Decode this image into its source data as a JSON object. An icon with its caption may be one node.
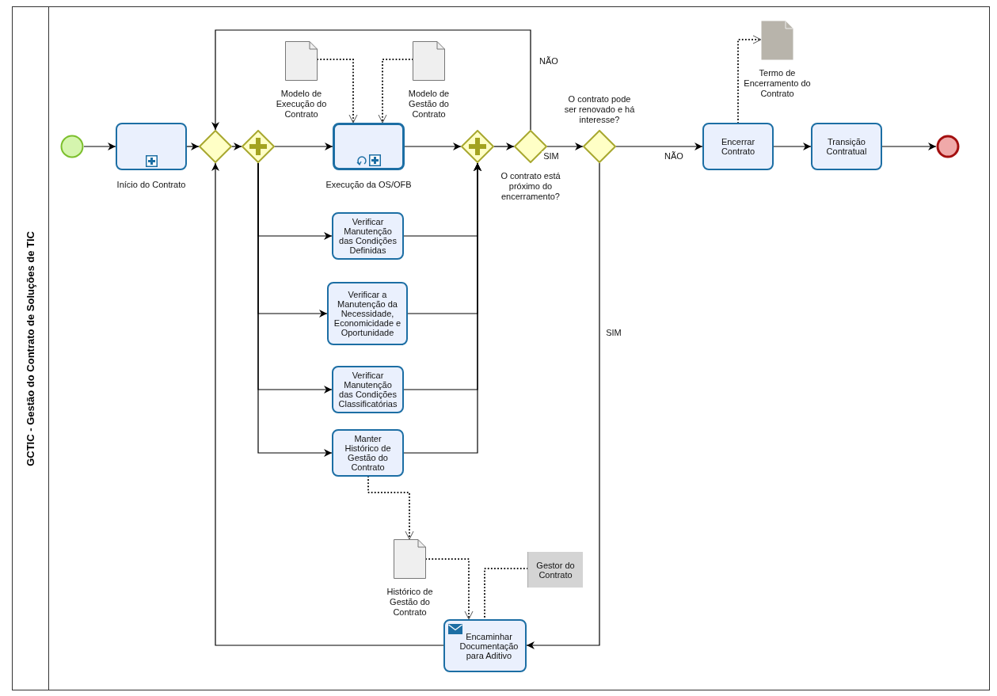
{
  "diagram": {
    "nodes": [
      {
        "text": [
          "GCTIC - Gestão do Contrato de Soluções de TIC"
        ]
      },
      {
        "text": [],
        "shape": "circle",
        "in": 0
      },
      {
        "text": [
          "Início do Contrato"
        ],
        "in": 0
      },
      {
        "text": [],
        "shape": "diamond",
        "in": 0
      },
      {
        "text": [],
        "shape": "diamond",
        "in": 0
      },
      {
        "text": [
          "Execução da OS/OFB"
        ],
        "in": 0
      },
      {
        "text": [
          "Modelo de Execução do Contrato"
        ],
        "in": 0
      },
      {
        "text": [
          "Modelo de Gestão do Contrato"
        ],
        "in": 0
      },
      {
        "text": [
          "Verificar Manutenção das Condições Definidas"
        ],
        "in": 0
      },
      {
        "text": [
          "Verificar a Manutenção da Necessidade, Economicidade e Oportunidade"
        ],
        "in": 0
      },
      {
        "text": [
          "Verificar Manutenção das Condições Classificatórias"
        ],
        "in": 0
      },
      {
        "text": [
          "Manter Histórico de Gestão do Contrato"
        ],
        "in": 0
      },
      {
        "text": [],
        "shape": "diamond",
        "in": 0
      },
      {
        "text": [
          "O contrato está próximo do encerramento?"
        ],
        "in": 0
      },
      {
        "text": [
          "O contrato pode ser renovado e há interesse?"
        ],
        "in": 0
      },
      {
        "text": [
          "Encerrar Contrato"
        ],
        "in": 0
      },
      {
        "text": [
          "Termo de Encerramento do Contrato"
        ],
        "in": 0
      },
      {
        "text": [
          "Transição Contratual"
        ],
        "in": 0
      },
      {
        "text": [],
        "shape": "circle",
        "in": 0
      },
      {
        "text": [
          "Histórico de Gestão do Contrato"
        ],
        "in": 0
      },
      {
        "text": [
          "Gestor do Contrato"
        ],
        "in": 0
      },
      {
        "text": [
          "Encaminhar Documentação para Aditivo"
        ],
        "in": 0
      }
    ],
    "edges": [
      {
        "from": 1,
        "to": 2,
        "arrow": "to"
      },
      {
        "from": 2,
        "to": 3,
        "arrow": "to"
      },
      {
        "from": 3,
        "to": 4,
        "arrow": "to"
      },
      {
        "from": 4,
        "to": 5,
        "arrow": "to"
      },
      {
        "from": 4,
        "to": 8,
        "arrow": "to"
      },
      {
        "from": 4,
        "to": 9,
        "arrow": "to"
      },
      {
        "from": 4,
        "to": 10,
        "arrow": "to"
      },
      {
        "from": 4,
        "to": 11,
        "arrow": "to"
      },
      {
        "from": 5,
        "to": 12,
        "arrow": "to"
      },
      {
        "from": 8,
        "to": 12,
        "arrow": "to"
      },
      {
        "from": 9,
        "to": 12,
        "arrow": "to"
      },
      {
        "from": 10,
        "to": 12,
        "arrow": "to"
      },
      {
        "from": 11,
        "to": 12,
        "arrow": "to"
      },
      {
        "from": 12,
        "to": 13,
        "arrow": "to"
      },
      {
        "from": 13,
        "to": 3,
        "arrow": "to",
        "label": "NÃO"
      },
      {
        "from": 13,
        "to": 14,
        "arrow": "to",
        "label": "SIM"
      },
      {
        "from": 14,
        "to": 15,
        "arrow": "to",
        "label": "NÃO"
      },
      {
        "from": 14,
        "to": 21,
        "arrow": "to",
        "label": "SIM"
      },
      {
        "from": 21,
        "to": 3,
        "arrow": "to"
      },
      {
        "from": 15,
        "to": 17,
        "arrow": "to"
      },
      {
        "from": 17,
        "to": 18,
        "arrow": "to"
      },
      {
        "from": 6,
        "to": 5,
        "arrow": "to",
        "style": "dashed"
      },
      {
        "from": 7,
        "to": 5,
        "arrow": "to",
        "style": "dashed"
      },
      {
        "from": 15,
        "to": 16,
        "arrow": "to",
        "style": "dashed"
      },
      {
        "from": 11,
        "to": 19,
        "arrow": "to",
        "style": "dashed"
      },
      {
        "from": 19,
        "to": 21,
        "arrow": "to",
        "style": "dashed"
      },
      {
        "from": 20,
        "to": 21,
        "arrow": "none",
        "style": "dashed"
      }
    ]
  }
}
